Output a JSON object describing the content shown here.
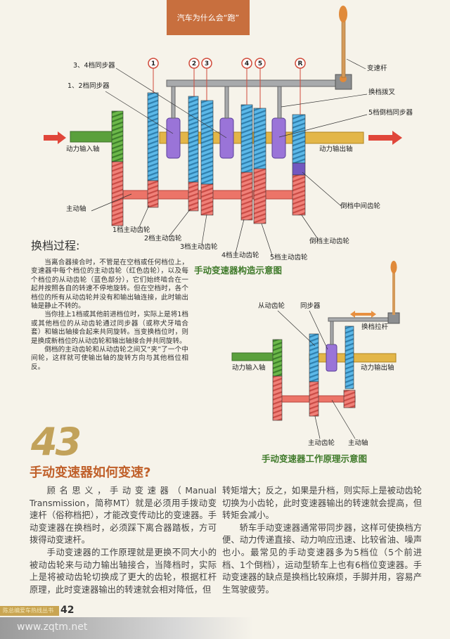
{
  "header": {
    "section_title": "汽车为什么会“跑”"
  },
  "diagram1": {
    "caption": "手动变速器构造示意图",
    "gear_markers": [
      "1",
      "2",
      "3",
      "4",
      "5",
      "R"
    ],
    "labels": {
      "sync_34": "3、4档同步器",
      "sync_12": "1、2档同步器",
      "shift_lever": "变速杆",
      "shift_fork": "换档拨叉",
      "sync_5r": "5档倒档同步器",
      "input_shaft": "动力输入轴",
      "output_shaft": "动力输出轴",
      "drive_shaft": "主动轴",
      "reverse_idler": "倒档中间齿轮",
      "gear1": "1档主动齿轮",
      "gear2": "2档主动齿轮",
      "gear3": "3档主动齿轮",
      "gear4": "4档主动齿轮",
      "gear5": "5档主动齿轮",
      "reverse_gear": "倒档主动齿轮"
    }
  },
  "diagram2": {
    "caption": "手动变速器工作原理示意图",
    "labels": {
      "driven_gear": "从动齿轮",
      "synchronizer": "同步器",
      "shift_rod": "换档拉杆",
      "input_shaft": "动力输入轴",
      "output_shaft": "动力输出轴",
      "drive_gear": "主动齿轮",
      "drive_shaft": "主动轴"
    }
  },
  "process": {
    "title": "换档过程:",
    "paragraphs": [
      "当离合器接合时，不管是在空档或任何档位上，变速器中每个档位的主动齿轮（红色齿轮），以及每个档位的从动齿轮（蓝色部分），它们始终啮合在一起并按照各自的转速不停地旋转。但在空档时，各个档位的所有从动齿轮并没有和输出轴连接，此时输出轴是静止不转的。",
      "当你挂上1档或其他前进档位时，实际上是将1档或其他档位的从动齿轮通过同步器（或称犬牙啮合套）和输出轴接合起来共同旋转。当变换档位时，则是换成新档位的从动齿轮和输出轴接合并共同旋转。",
      "倒档的主动齿轮和从动齿轮之间又“夹”了一个中间轮，这样就可使输出轴的旋转方向与其他档位相反。"
    ]
  },
  "article": {
    "number": "43",
    "headline": "手动变速器如何变速?",
    "left_paragraphs": [
      "顾名思义，手动变速器（Manual Transmission，简称MT）就是必须用手拨动变速杆（俗称档把），才能改变传动比的变速器。手动变速器在换档时，必须踩下离合器踏板，方可拨得动变速杆。",
      "手动变速器的工作原理就是更换不同大小的被动齿轮来与动力输出轴接合，当降档时，实际上是将被动齿轮切换成了更大的齿轮，根据杠杆原理，此时变速器输出的转速就会相对降低，但"
    ],
    "right_continuation": "转矩增大；反之，如果是升档，则实际上是被动齿轮切换为小齿轮，此时变速器输出的转速就会提高，但转矩会减小。",
    "right_paragraphs": [
      "轿车手动变速器通常带同步器，这样可使换档方便、动力传递直接、动力响应迅速、比较省油、噪声也小。最常见的手动变速器多为5档位（5个前进档、1个倒档），运动型轿车上也有6档位变速器。手动变速器的缺点是换档比较麻烦，手脚并用，容易产生驾驶疲劳。"
    ]
  },
  "footer": {
    "series": "陈总编爱车热线丛书",
    "page_number": "42",
    "watermark": "www.zqtm.net"
  },
  "colors": {
    "driven_gear": "#4aa8dc",
    "drive_gear": "#e8605a",
    "input_gear": "#5aa03c",
    "synchronizer": "#8a63c8",
    "output_shaft": "#e0b040",
    "accent": "#c0602a"
  }
}
